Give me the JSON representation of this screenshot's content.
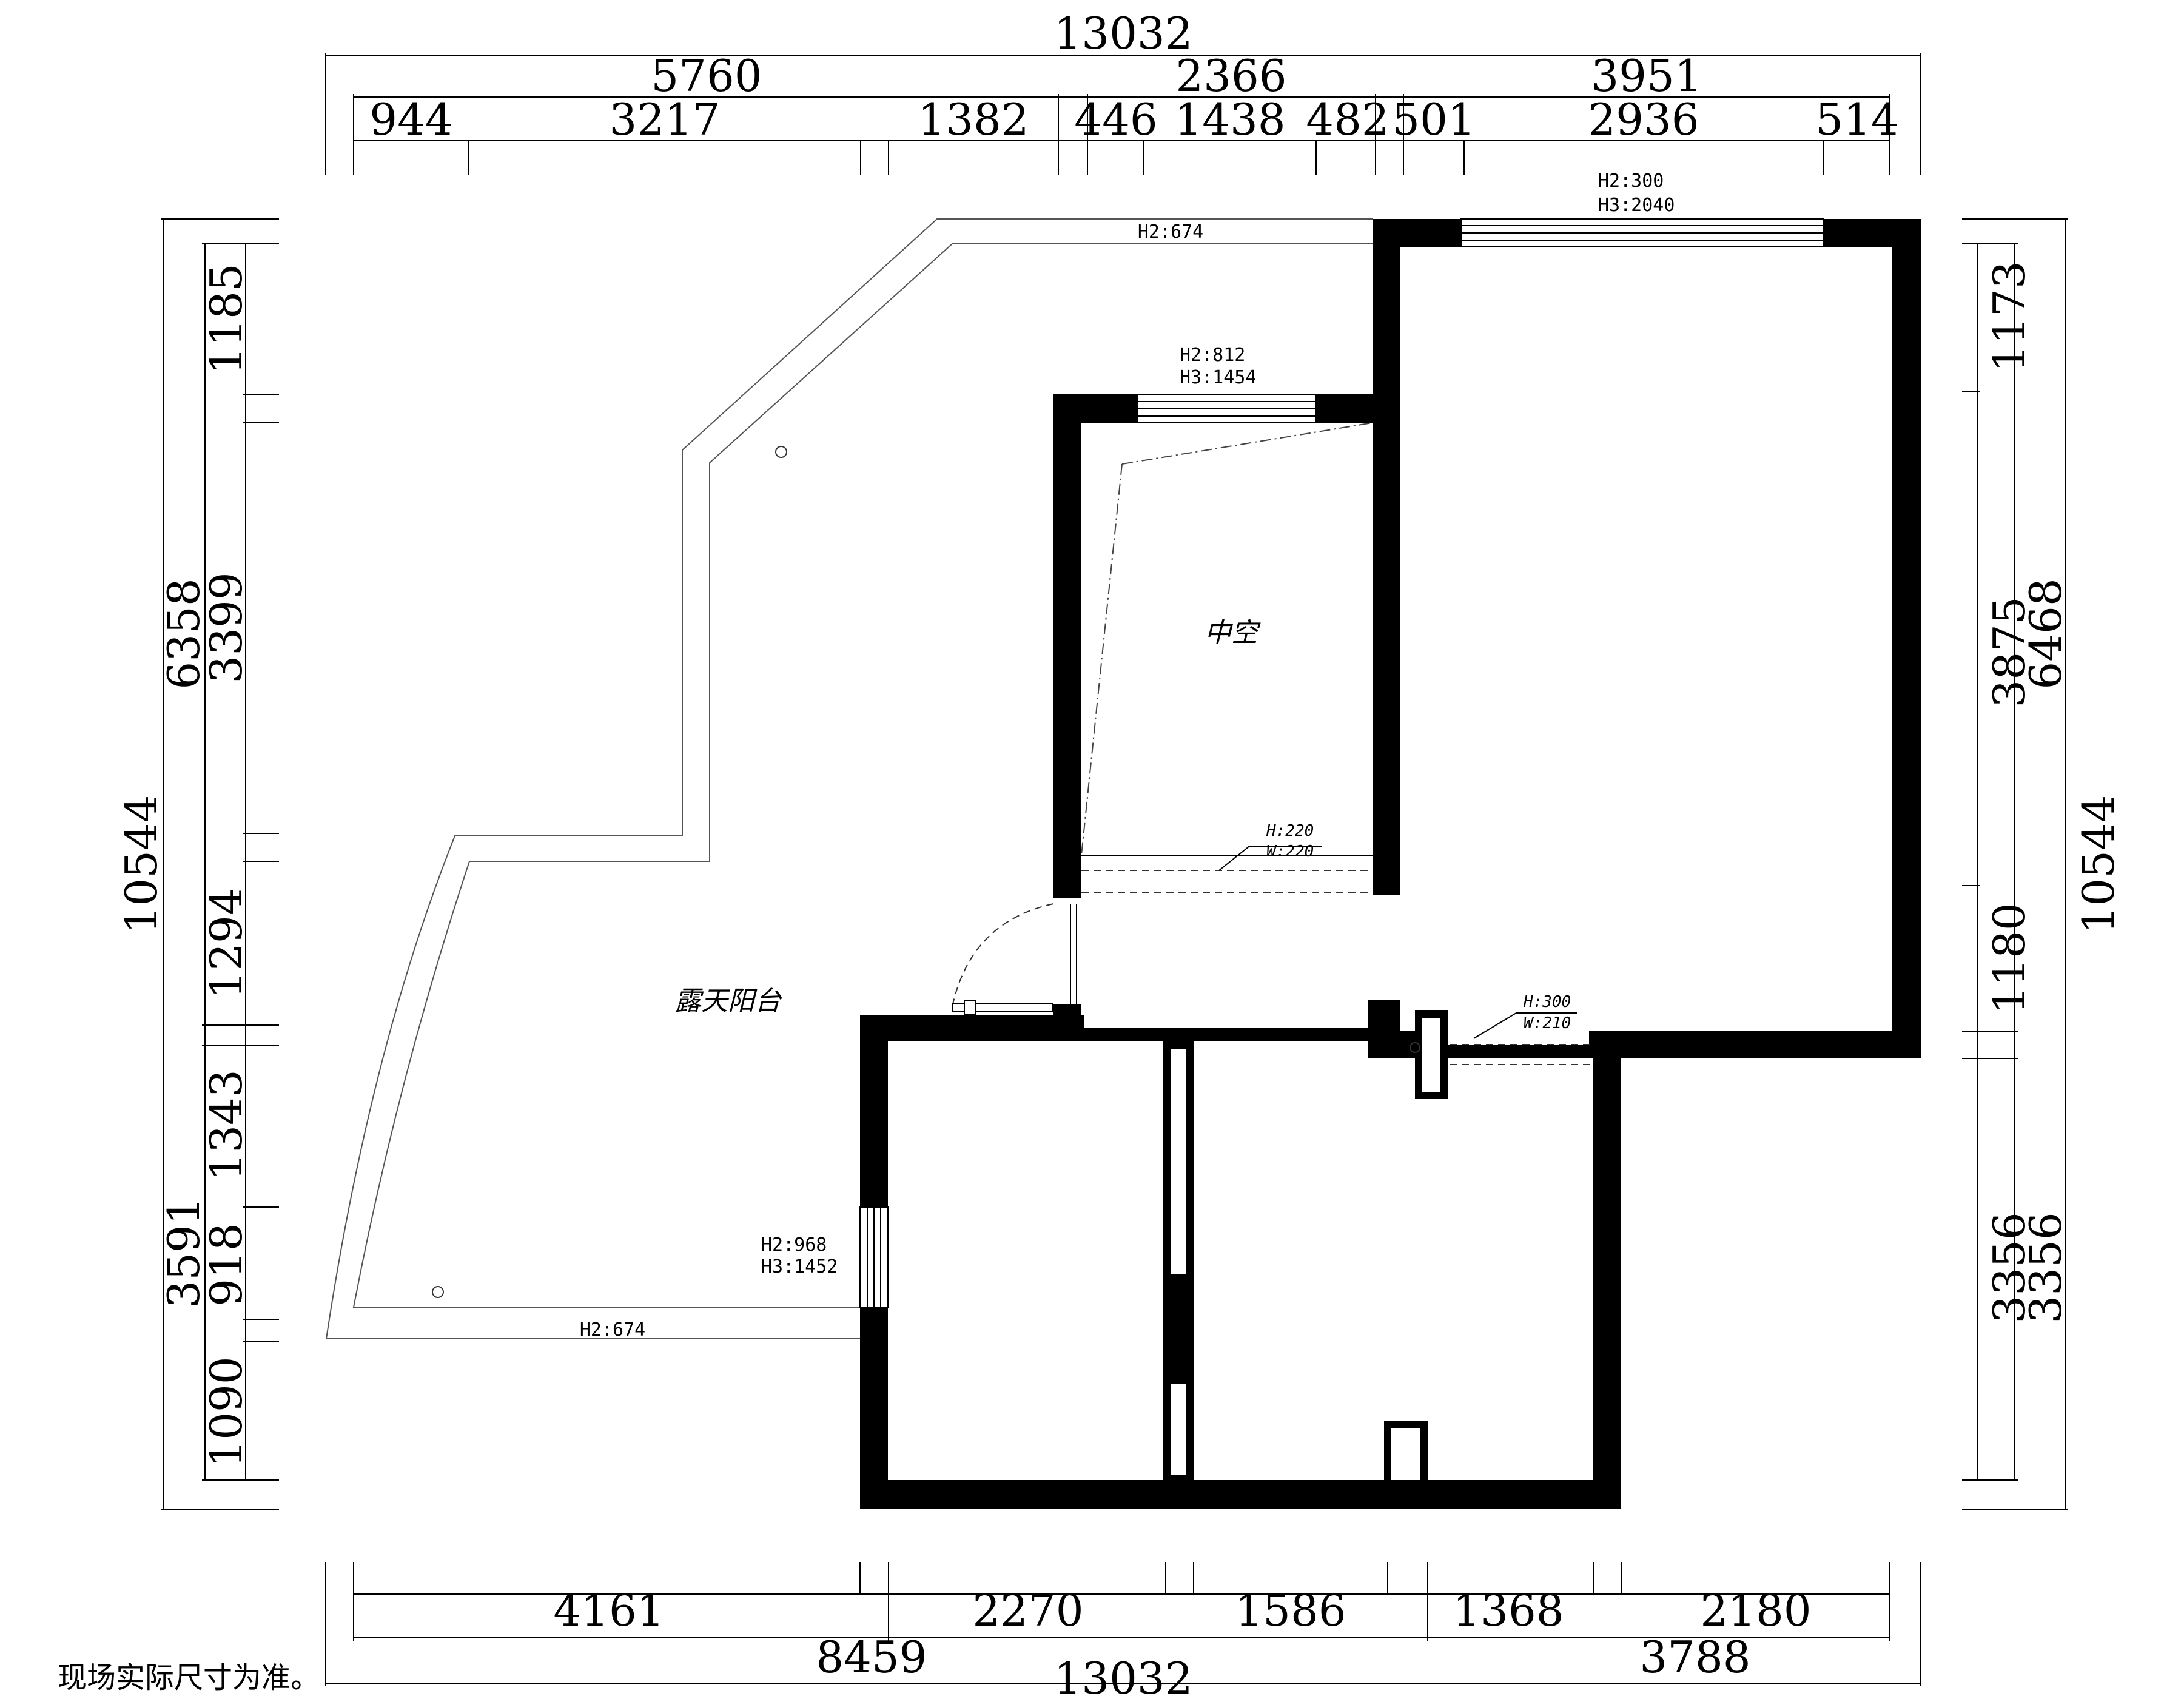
{
  "dimensions": {
    "top": {
      "total": "13032",
      "segments": [
        "5760",
        "2366",
        "3951"
      ],
      "details": [
        "944",
        "3217",
        "1382",
        "446",
        "1438",
        "482",
        "501",
        "2936",
        "514"
      ]
    },
    "bottom": {
      "total": "13032",
      "segments": [
        "8459",
        "3788"
      ],
      "details": [
        "4161",
        "2270",
        "1586",
        "1368",
        "2180"
      ]
    },
    "left": {
      "total": "10544",
      "segments": [
        "6358",
        "3591"
      ],
      "details": [
        "1185",
        "3399",
        "1294",
        "1343",
        "918",
        "1090"
      ]
    },
    "right": {
      "total": "10544",
      "segments": [
        "6468",
        "3356"
      ],
      "details": [
        "1173",
        "3875",
        "1180",
        "3356"
      ]
    }
  },
  "annotations": {
    "top_parapet": "H2:674",
    "bottom_parapet": "H2:674",
    "window_top_right": [
      "H2:300",
      "H3:2040"
    ],
    "window_void": [
      "H2:812",
      "H3:1454"
    ],
    "window_left": [
      "H2:968",
      "H3:1452"
    ],
    "beam_void": [
      "H:220",
      "W:220"
    ],
    "beam_hall": [
      "H:300",
      "W:210"
    ]
  },
  "rooms": {
    "void": "中空",
    "balcony": "露天阳台"
  },
  "note": "现场实际尺寸为准。"
}
